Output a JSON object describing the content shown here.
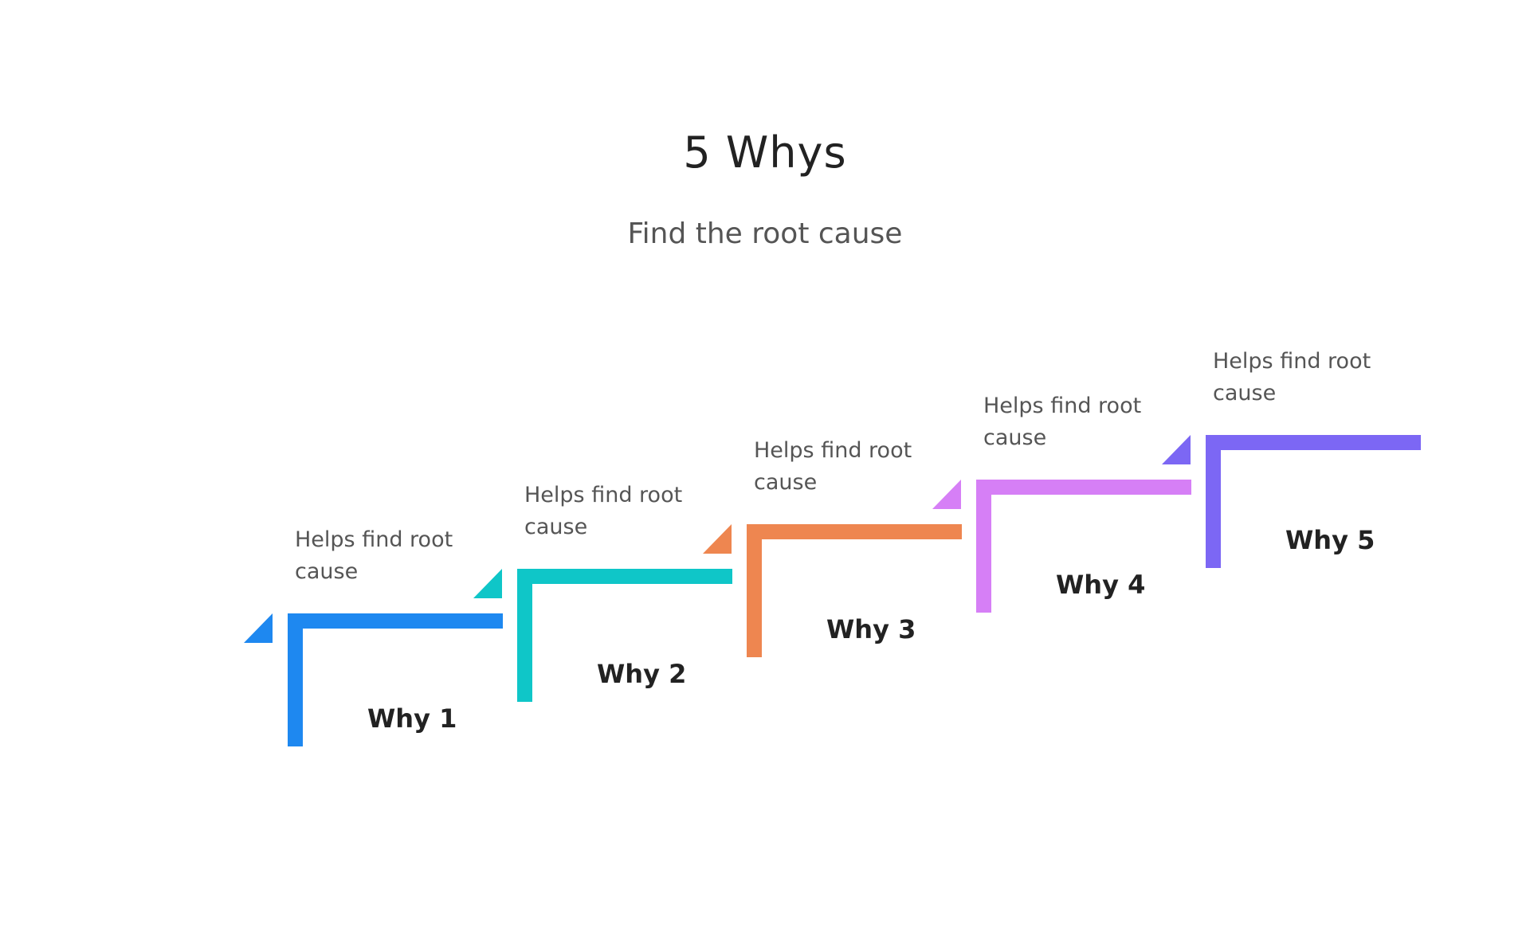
{
  "title": "5 Whys",
  "subtitle": "Find the root cause",
  "steps": [
    {
      "label": "Why 1",
      "description": "Helps find root cause",
      "color": "#1E88F0"
    },
    {
      "label": "Why 2",
      "description": "Helps find root cause",
      "color": "#0FC6C8"
    },
    {
      "label": "Why 3",
      "description": "Helps find root cause",
      "color": "#EE8650"
    },
    {
      "label": "Why 4",
      "description": "Helps find root cause",
      "color": "#D67FF6"
    },
    {
      "label": "Why 5",
      "description": "Helps find root cause",
      "color": "#7C67F4"
    }
  ]
}
